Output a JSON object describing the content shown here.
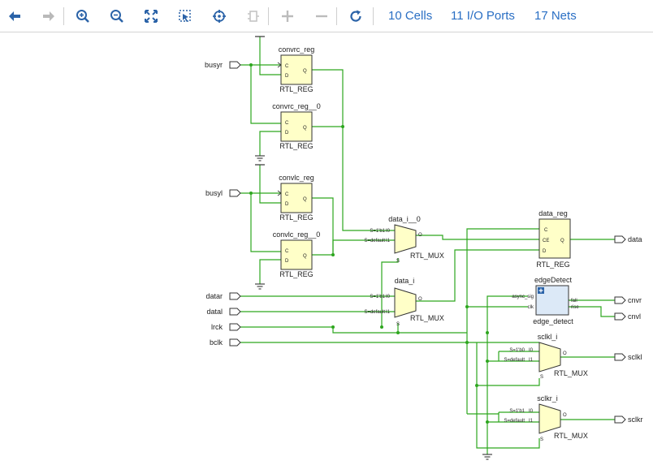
{
  "toolbar": {
    "buttons": [
      {
        "name": "back-button",
        "icon": "arrow-left-icon",
        "enabled": true
      },
      {
        "name": "forward-button",
        "icon": "arrow-right-icon",
        "enabled": false
      },
      {
        "name": "zoom-in-button",
        "icon": "zoom-in-icon",
        "enabled": true
      },
      {
        "name": "zoom-out-button",
        "icon": "zoom-out-icon",
        "enabled": true
      },
      {
        "name": "zoom-fit-button",
        "icon": "fit-icon",
        "enabled": true
      },
      {
        "name": "zoom-area-button",
        "icon": "zoom-area-icon",
        "enabled": true
      },
      {
        "name": "autofit-selection-button",
        "icon": "crosshair-icon",
        "enabled": true
      },
      {
        "name": "regenerate-button",
        "icon": "component-icon",
        "enabled": false
      },
      {
        "name": "expand-button",
        "icon": "plus-icon",
        "enabled": false
      },
      {
        "name": "collapse-button",
        "icon": "minus-icon",
        "enabled": false
      },
      {
        "name": "reload-button",
        "icon": "reload-icon",
        "enabled": true
      }
    ],
    "stats": {
      "cells": "10 Cells",
      "io_ports": "11 I/O Ports",
      "nets": "17 Nets"
    }
  },
  "colors": {
    "wire": "#2da61e",
    "cell_fill": "#ffffc8",
    "cell_stroke": "#333333",
    "hier_fill": "#dce9f7",
    "accent": "#2a6fc4"
  },
  "schematic": {
    "input_ports": [
      "busyr",
      "busyl",
      "datar",
      "datal",
      "lrck",
      "bclk"
    ],
    "output_ports": [
      "data",
      "cnvr",
      "cnvl",
      "sclkl",
      "sclkr"
    ],
    "cells": {
      "convrc_reg": {
        "name": "convrc_reg",
        "type": "RTL_REG",
        "pins": [
          "C",
          "D",
          "Q"
        ]
      },
      "convrc_reg_0": {
        "name": "convrc_reg__0",
        "type": "RTL_REG",
        "pins": [
          "C",
          "D",
          "Q"
        ]
      },
      "convlc_reg": {
        "name": "convlc_reg",
        "type": "RTL_REG",
        "pins": [
          "C",
          "D",
          "Q"
        ]
      },
      "convlc_reg_0": {
        "name": "convlc_reg__0",
        "type": "RTL_REG",
        "pins": [
          "C",
          "D",
          "Q"
        ]
      },
      "data_i_0": {
        "name": "data_i__0",
        "type": "RTL_MUX",
        "pins": [
          "I0",
          "I1",
          "S",
          "O"
        ],
        "sel": [
          "S=1'b1",
          "S=default"
        ]
      },
      "data_i": {
        "name": "data_i",
        "type": "RTL_MUX",
        "pins": [
          "I0",
          "I1",
          "S",
          "O"
        ],
        "sel": [
          "S=1'b1",
          "S=default"
        ]
      },
      "data_reg": {
        "name": "data_reg",
        "type": "RTL_REG",
        "pins": [
          "C",
          "CE",
          "D",
          "Q"
        ]
      },
      "edgeDetect": {
        "name": "edgeDetect",
        "type": "edge_detect",
        "pins": [
          "async_sig",
          "clk",
          "fall",
          "rise"
        ]
      },
      "sclkl_i": {
        "name": "sclkl_i",
        "type": "RTL_MUX",
        "pins": [
          "I0",
          "I1",
          "S",
          "O"
        ],
        "sel": [
          "S=1'b0",
          "S=default"
        ]
      },
      "sclkr_i": {
        "name": "sclkr_i",
        "type": "RTL_MUX",
        "pins": [
          "I0",
          "I1",
          "S",
          "O"
        ],
        "sel": [
          "S=1'b1",
          "S=default"
        ]
      }
    }
  }
}
